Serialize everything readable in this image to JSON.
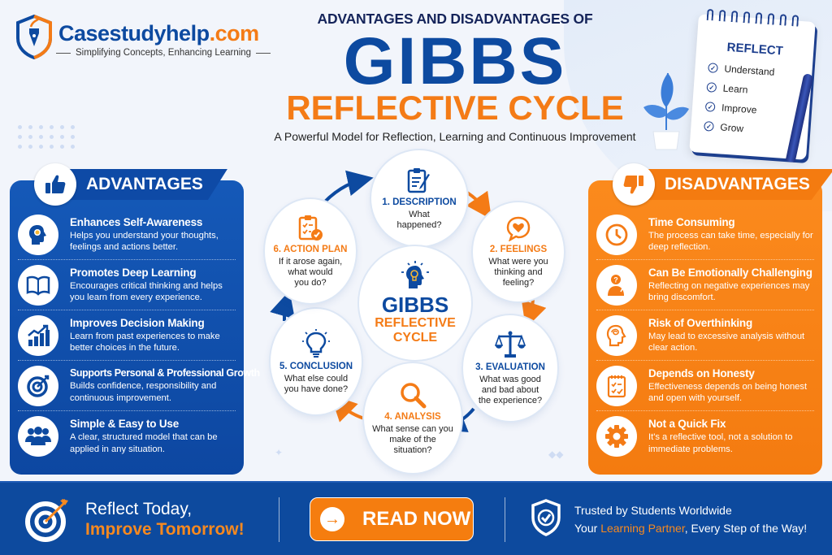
{
  "brand": {
    "name_main": "Casestudyhelp",
    "name_domain": ".com",
    "tagline": "Simplifying Concepts, Enhancing Learning"
  },
  "header": {
    "pretitle": "ADVANTAGES AND DISADVANTAGES OF",
    "title": "GIBBS",
    "subtitle": "REFLECTIVE CYCLE",
    "tagline": "A Powerful Model for Reflection, Learning and Continuous Improvement"
  },
  "notepad": {
    "title": "REFLECT",
    "items": [
      "Understand",
      "Learn",
      "Improve",
      "Grow"
    ]
  },
  "advantages": {
    "heading": "ADVANTAGES",
    "items": [
      {
        "title": "Enhances Self-Awareness",
        "desc": "Helps you understand your thoughts, feelings and actions better.",
        "icon": "head-lightbulb-icon"
      },
      {
        "title": "Promotes Deep Learning",
        "desc": "Encourages critical thinking and helps you learn from every experience.",
        "icon": "open-book-icon"
      },
      {
        "title": "Improves Decision Making",
        "desc": "Learn from past experiences to make better choices in the future.",
        "icon": "growth-chart-icon"
      },
      {
        "title": "Supports Personal & Professional Growth",
        "desc": "Builds confidence, responsibility and continuous improvement.",
        "icon": "target-icon"
      },
      {
        "title": "Simple & Easy to Use",
        "desc": "A clear, structured model that can be applied in any situation.",
        "icon": "people-icon"
      }
    ]
  },
  "disadvantages": {
    "heading": "DISADVANTAGES",
    "items": [
      {
        "title": "Time Consuming",
        "desc": "The process can take time, especially for deep reflection.",
        "icon": "clock-icon"
      },
      {
        "title": "Can Be Emotionally Challenging",
        "desc": "Reflecting on negative experiences may bring discomfort.",
        "icon": "person-question-icon"
      },
      {
        "title": "Risk of Overthinking",
        "desc": "May lead to excessive analysis without clear action.",
        "icon": "head-tangle-icon"
      },
      {
        "title": "Depends on Honesty",
        "desc": "Effectiveness depends on being honest and open with yourself.",
        "icon": "checklist-icon"
      },
      {
        "title": "Not a Quick Fix",
        "desc": "It's a reflective tool, not a solution to immediate problems.",
        "icon": "gear-icon"
      }
    ]
  },
  "cycle": {
    "center_title": "GIBBS",
    "center_sub1": "REFLECTIVE",
    "center_sub2": "CYCLE",
    "stages": [
      {
        "title": "1. DESCRIPTION",
        "q1": "What",
        "q2": "happened?",
        "q3": ""
      },
      {
        "title": "2. FEELINGS",
        "q1": "What were you",
        "q2": "thinking and",
        "q3": "feeling?"
      },
      {
        "title": "3. EVALUATION",
        "q1": "What was good",
        "q2": "and bad about",
        "q3": "the experience?"
      },
      {
        "title": "4. ANALYSIS",
        "q1": "What sense can you",
        "q2": "make of the situation?",
        "q3": ""
      },
      {
        "title": "5. CONCLUSION",
        "q1": "What else could",
        "q2": "you have done?",
        "q3": ""
      },
      {
        "title": "6. ACTION PLAN",
        "q1": "If it arose again,",
        "q2": "what would",
        "q3": "you do?"
      }
    ]
  },
  "footer": {
    "slogan_line1": "Reflect Today,",
    "slogan_line2": "Improve Tomorrow!",
    "cta_label": "READ NOW",
    "trust_line1": "Trusted by Students Worldwide",
    "trust_line2_pre": "Your ",
    "trust_line2_hl": "Learning Partner",
    "trust_line2_post": ", Every Step of the Way!"
  },
  "colors": {
    "primary_blue": "#0d4aa0",
    "accent_orange": "#f47b16",
    "background": "#f2f5fb"
  }
}
